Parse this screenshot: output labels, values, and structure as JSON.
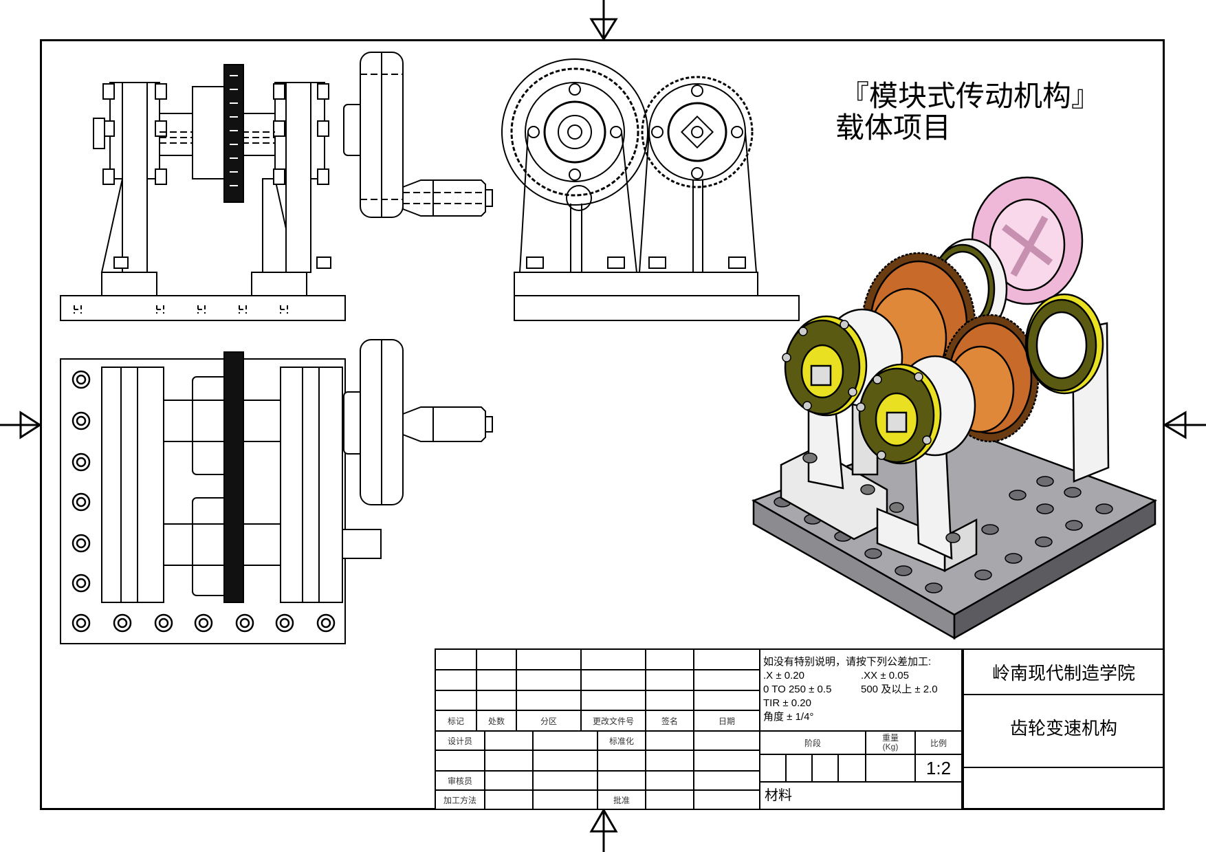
{
  "drawing": {
    "project_title_line1": "『模块式传动机构』",
    "project_title_line2": "载体项目",
    "views": [
      {
        "name": "front-view",
        "description": "Front elevation of gear transmission with handwheel crank"
      },
      {
        "name": "side-view",
        "description": "Side elevation showing two meshing spur gears"
      },
      {
        "name": "top-view",
        "description": "Plan view on perforated base plate"
      },
      {
        "name": "isometric-view",
        "description": "Shaded 3D isometric render"
      }
    ],
    "render_colors": {
      "gear": "#c86a2a",
      "gear_dark": "#6b3b12",
      "flange": "#5a5a12",
      "flange_ring": "#e8e020",
      "handwheel": "#f0b8d8",
      "base_plate": "#a8a8ac",
      "base_plate_side": "#5c5c60",
      "bracket": "#f4f4f4"
    }
  },
  "title_block": {
    "revision_headers": [
      "标记",
      "处数",
      "分区",
      "更改文件号",
      "签名",
      "日期"
    ],
    "signature_rows": [
      {
        "label": "设计员",
        "mid_label": "标准化"
      },
      {
        "label": "",
        "mid_label": ""
      },
      {
        "label": "审核员",
        "mid_label": ""
      },
      {
        "label": "加工方法",
        "mid_label": "批准"
      }
    ],
    "tolerance_notes": {
      "heading": "如没有特别说明，请按下列公差加工:",
      "line1_a": ".X ± 0.20",
      "line1_b": ".XX ± 0.05",
      "line2_a": "0 TO 250 ± 0.5",
      "line2_b": "500 及以上 ± 2.0",
      "line3": "TIR ± 0.20",
      "line4": "角度 ± 1/4°"
    },
    "stage_label": "阶段",
    "weight_label": "重量\n(Kg)",
    "scale_label": "比例",
    "scale_value": "1:2",
    "material_label": "材料",
    "organization": "岭南现代制造学院",
    "drawing_name": "齿轮变速机构"
  }
}
